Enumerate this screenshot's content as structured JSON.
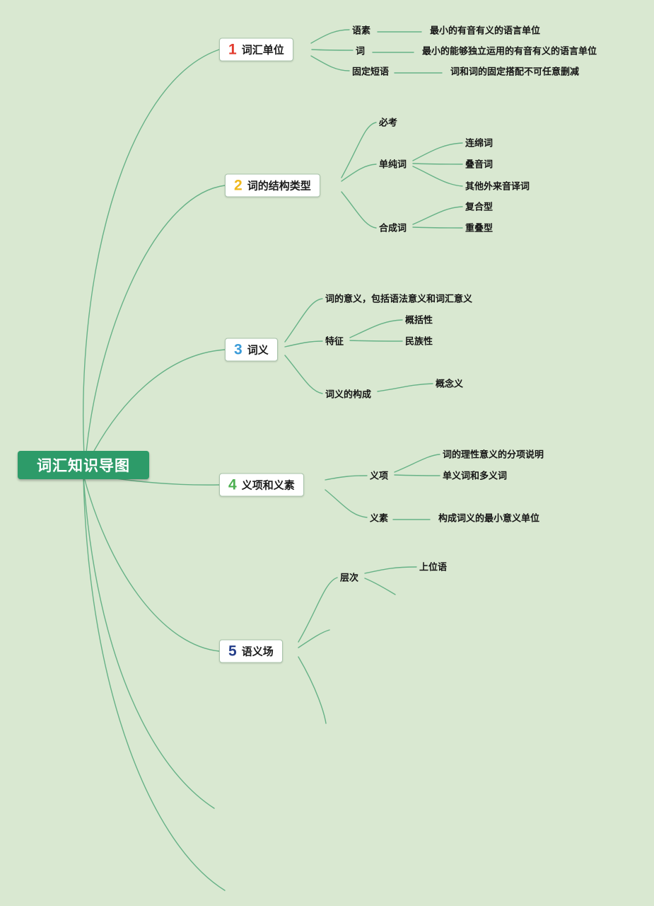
{
  "title": "词汇知识导图",
  "colors": {
    "background": "#d9e8d1",
    "line": "#67b287",
    "root_bg": "#2d9b69",
    "root_text": "#ffffff",
    "box_border": "#a9c4ab"
  },
  "root": {
    "label": "词汇知识导图"
  },
  "branches": [
    {
      "number": "1",
      "number_color": "#e23b2e",
      "label": "词汇单位",
      "children": [
        {
          "label": "语素",
          "desc": "最小的有音有义的语言单位"
        },
        {
          "label": "词",
          "desc": "最小的能够独立运用的有音有义的语言单位"
        },
        {
          "label": "固定短语",
          "desc": "词和词的固定搭配不可任意删减"
        }
      ]
    },
    {
      "number": "2",
      "number_color": "#f0b91d",
      "label": "词的结构类型",
      "children": [
        {
          "label": "必考"
        },
        {
          "label": "单纯词",
          "children": [
            {
              "label": "连绵词"
            },
            {
              "label": "叠音词"
            },
            {
              "label": "其他外来音译词"
            }
          ]
        },
        {
          "label": "合成词",
          "children": [
            {
              "label": "复合型"
            },
            {
              "label": "重叠型"
            }
          ]
        }
      ]
    },
    {
      "number": "3",
      "number_color": "#3a9bd9",
      "label": "词义",
      "children": [
        {
          "label": "词的意义，包括语法意义和词汇意义"
        },
        {
          "label": "特征",
          "children": [
            {
              "label": "概括性"
            },
            {
              "label": "民族性"
            }
          ]
        },
        {
          "label": "词义的构成",
          "children": [
            {
              "label": "概念义"
            }
          ]
        }
      ]
    },
    {
      "number": "4",
      "number_color": "#4caf50",
      "label": "义项和义素",
      "children": [
        {
          "label": "义项",
          "children": [
            {
              "label": "词的理性意义的分项说明"
            },
            {
              "label": "单义词和多义词"
            }
          ]
        },
        {
          "label": "义素",
          "desc": "构成词义的最小意义单位"
        }
      ]
    },
    {
      "number": "5",
      "number_color": "#27408b",
      "label": "语义场",
      "children": [
        {
          "label": "层次",
          "children": [
            {
              "label": "上位语"
            }
          ]
        }
      ]
    }
  ]
}
